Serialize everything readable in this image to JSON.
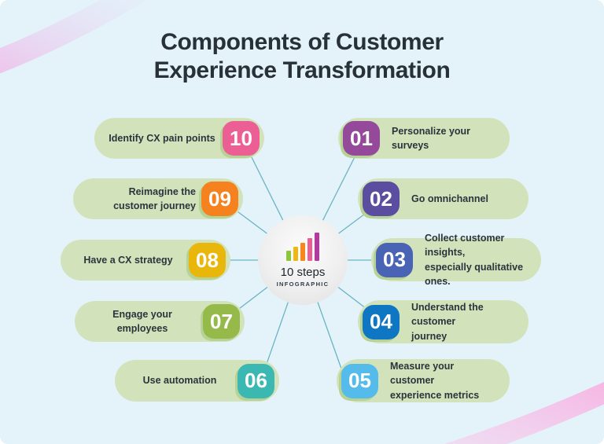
{
  "page": {
    "background_color": "#e4f3fa",
    "title_line1": "Components of Customer",
    "title_line2": "Experience Transformation",
    "title_color": "#273137"
  },
  "center": {
    "line1": "10 steps",
    "line2": "INFOGRAPHIC",
    "bar_colors": [
      "#8CC63E",
      "#EFB810",
      "#F6871F",
      "#EC5F94",
      "#B13C9E"
    ]
  },
  "colors": {
    "pill_background": "#d2e3bb",
    "badge_shadow": "#b7d295",
    "connector_line": "#6ab4c2",
    "swoosh_pink": "#f3b4e6"
  },
  "steps": [
    {
      "number": "01",
      "label": "Personalize your surveys",
      "color": "#94499B"
    },
    {
      "number": "02",
      "label": "Go omnichannel",
      "color": "#5B4EA0"
    },
    {
      "number": "03",
      "label": "Collect customer insights,\nespecially qualitative ones.",
      "color": "#4A64B5"
    },
    {
      "number": "04",
      "label": "Understand the customer\njourney",
      "color": "#0E76C2"
    },
    {
      "number": "05",
      "label": "Measure your customer\nexperience metrics",
      "color": "#54BBEA"
    },
    {
      "number": "06",
      "label": "Use automation",
      "color": "#3CB8B2"
    },
    {
      "number": "07",
      "label": "Engage your employees",
      "color": "#95BA4A"
    },
    {
      "number": "08",
      "label": "Have a CX strategy",
      "color": "#E9B70B"
    },
    {
      "number": "09",
      "label": "Reimagine the\ncustomer journey",
      "color": "#F5821F"
    },
    {
      "number": "10",
      "label": "Identify CX pain points",
      "color": "#EC5F94"
    }
  ]
}
